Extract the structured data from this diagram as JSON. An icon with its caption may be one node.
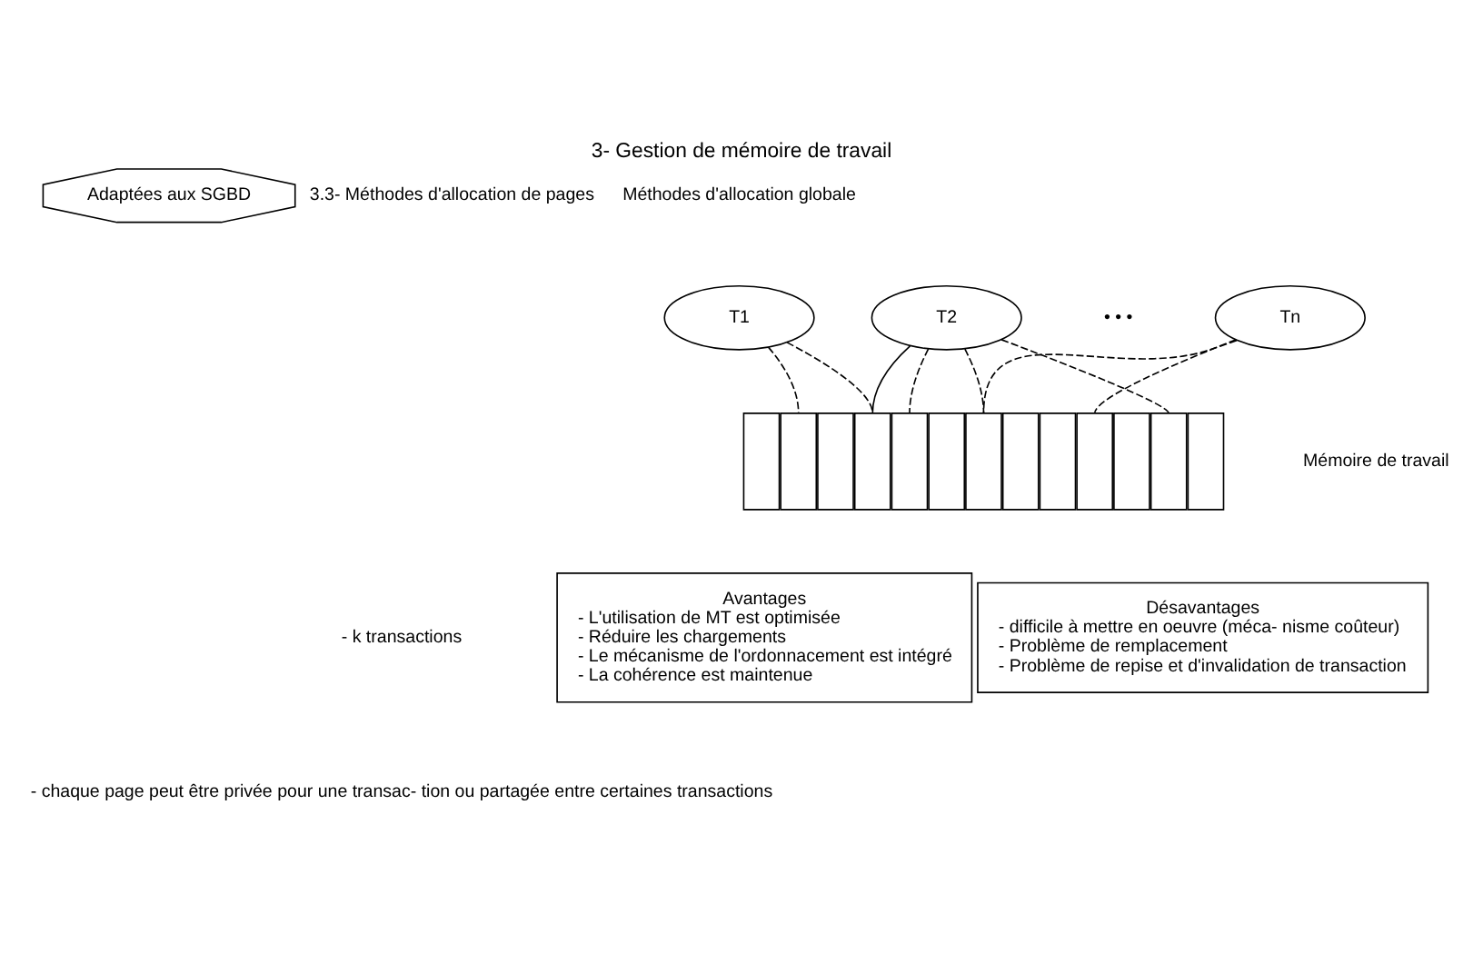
{
  "diagram": {
    "title": "3- Gestion de mémoire de travail",
    "nodes": [
      {
        "text": [
          "Adaptées aux SGBD"
        ]
      },
      {
        "text": [
          "T1"
        ]
      },
      {
        "text": [
          "T2"
        ]
      },
      {
        "text": [
          "Tn"
        ]
      },
      {
        "text": [],
        "shape": "box"
      },
      {
        "text": [],
        "shape": "box"
      },
      {
        "text": [],
        "shape": "box"
      },
      {
        "text": [],
        "shape": "box"
      },
      {
        "text": [],
        "shape": "box"
      },
      {
        "text": [],
        "shape": "box"
      },
      {
        "text": [],
        "shape": "box"
      },
      {
        "text": [],
        "shape": "box"
      },
      {
        "text": [],
        "shape": "box"
      },
      {
        "text": [],
        "shape": "box"
      },
      {
        "text": [],
        "shape": "box"
      },
      {
        "text": [],
        "shape": "box"
      },
      {
        "text": [],
        "shape": "box"
      },
      {
        "text": [
          "Avantages",
          "- L'utilisation de MT est optimisée",
          "- Réduire les chargements",
          "- Le mécanisme de l'ordonnacement est intégré",
          "- La cohérence est maintenue"
        ]
      },
      {
        "text": [
          "Désavantages",
          "- difficile à mettre en oeuvre (méca- nisme coûteur)",
          "- Problème de remplacement",
          "- Problème de repise et d'invalidation de transaction"
        ]
      }
    ],
    "edges": [
      {
        "from": 1,
        "to": 5,
        "arrow": "none",
        "style": "dashed"
      },
      {
        "from": 1,
        "to": 7,
        "arrow": "none",
        "style": "dashed"
      },
      {
        "from": 2,
        "to": 7,
        "arrow": "none"
      },
      {
        "from": 2,
        "to": 8,
        "arrow": "none",
        "style": "dashed"
      },
      {
        "from": 2,
        "to": 10,
        "arrow": "none",
        "style": "dashed"
      },
      {
        "from": 2,
        "to": 15,
        "arrow": "none",
        "style": "dashed"
      },
      {
        "from": 3,
        "to": 10,
        "arrow": "none",
        "style": "dashed"
      },
      {
        "from": 3,
        "to": 13,
        "arrow": "none",
        "style": "dashed"
      }
    ],
    "labels": [
      "3.3- Méthodes d'allocation de pages",
      "Méthodes d'allocation globale",
      "• • •",
      "- k transactions",
      "- chaque page peut être privée pour une transac- tion ou partagée entre certaines transactions",
      "Mémoire de travail"
    ]
  }
}
